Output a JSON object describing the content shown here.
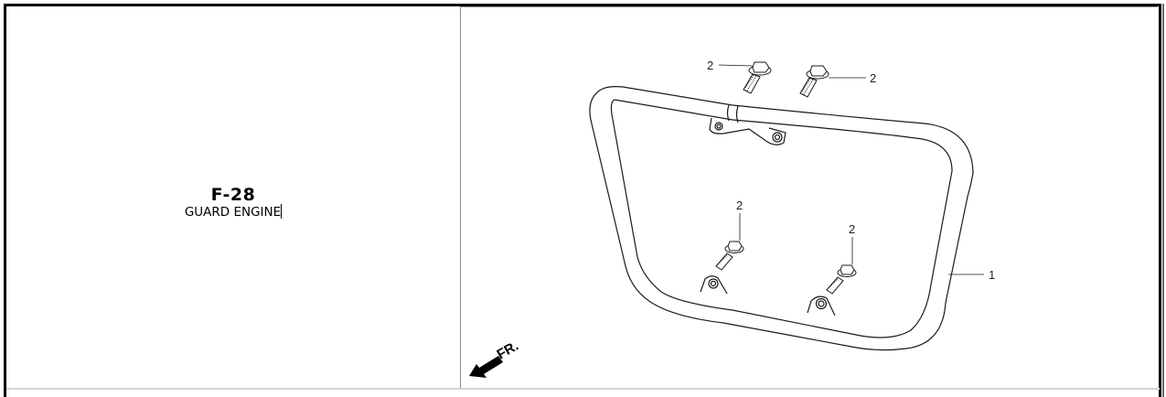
{
  "part": {
    "code": "F-28",
    "name": "GUARD ENGINE"
  },
  "diagram": {
    "callouts": [
      {
        "id": "callout-1",
        "label": "1",
        "part": "guard frame"
      },
      {
        "id": "callout-2a",
        "label": "2",
        "part": "flange bolt"
      },
      {
        "id": "callout-2b",
        "label": "2",
        "part": "flange bolt"
      },
      {
        "id": "callout-2c",
        "label": "2",
        "part": "flange bolt"
      },
      {
        "id": "callout-2d",
        "label": "2",
        "part": "flange bolt"
      }
    ],
    "direction_label": "FR.",
    "direction_icon": "front-arrow-icon"
  }
}
